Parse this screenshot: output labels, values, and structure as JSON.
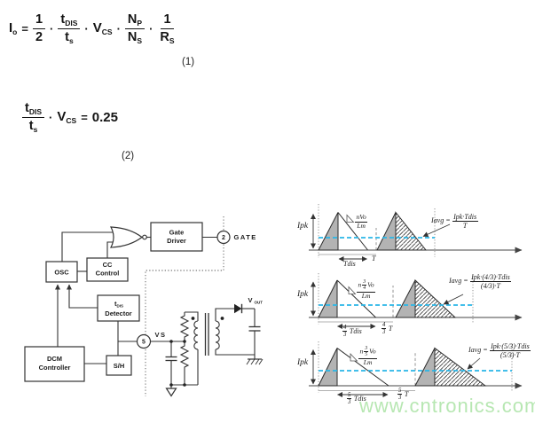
{
  "colors": {
    "avg_line": "#2ab6e8",
    "gray_fill": "#b3b3b3",
    "watermark_green": "#b7e7b2"
  },
  "equations": {
    "eq1": {
      "i": "I",
      "i_sub": "o",
      "eq": "=",
      "f1n": "1",
      "f1d": "2",
      "dot1": "·",
      "f2nb": "t",
      "f2ns": "DIS",
      "f2db": "t",
      "f2ds": "s",
      "dot2": "·",
      "vb": "V",
      "vs": "CS",
      "dot3": "·",
      "f3nb": "N",
      "f3ns": "P",
      "f3db": "N",
      "f3ds": "S",
      "dot4": "·",
      "f4n": "1",
      "f4db": "R",
      "f4ds": "S",
      "label": "(1)"
    },
    "eq2": {
      "f1nb": "t",
      "f1ns": "DIS",
      "f1db": "t",
      "f1ds": "s",
      "dot": "·",
      "vb": "V",
      "vs": "CS",
      "eq": "=",
      "result": "0.25",
      "label": "(2)"
    }
  },
  "block_diagram": {
    "osc": "OSC",
    "cc_line1": "CC",
    "cc_line2": "Control",
    "gate_driver_line1": "Gate",
    "gate_driver_line2": "Driver",
    "tdis_base": "t",
    "tdis_sub": "DIS",
    "tdis_line2": "Detector",
    "dcm_line1": "DCM",
    "dcm_line2": "Controller",
    "sh": "S/H",
    "pin_gate_number": "2",
    "pin_gate_label": "GATE",
    "pin_vs_number": "5",
    "pin_vs_label": "VS",
    "vout_base": "V",
    "vout_sub": "OUT"
  },
  "waveforms": [
    {
      "ipk": "Ipk",
      "slope_n": "nVo",
      "slope_d": "Lm",
      "iavg_lhs": "Iavg",
      "iavg_eq": "=",
      "iavg_num": "Ipk·Tdis",
      "iavg_den": "T",
      "tdis_label": "Tdis",
      "t_label": "T"
    },
    {
      "ipk": "Ipk",
      "slope_pre": "n",
      "slope_fn": "3",
      "slope_fd": "4",
      "slope_post": "Vo",
      "slope_d": "Lm",
      "iavg_lhs": "Iavg",
      "iavg_eq": "=",
      "iavg_num": "Ipk·(4/3)·Tdis",
      "iavg_den": "(4/3)·T",
      "tdis_fn": "4",
      "tdis_fd": "3",
      "tdis_label": "Tdis",
      "t_fn": "4",
      "t_fd": "3",
      "t_label": "T"
    },
    {
      "ipk": "Ipk",
      "slope_pre": "n",
      "slope_fn": "3",
      "slope_fd": "5",
      "slope_post": "Vo",
      "slope_d": "Lm",
      "iavg_lhs": "Iavg",
      "iavg_eq": "=",
      "iavg_num": "Ipk·(5/3)·Tdis",
      "iavg_den": "(5/3)·T",
      "tdis_fn": "5",
      "tdis_fd": "3",
      "tdis_label": "Tdis",
      "t_fn": "5",
      "t_fd": "3",
      "t_label": "T"
    }
  ],
  "watermark": "www.cntronics.com"
}
